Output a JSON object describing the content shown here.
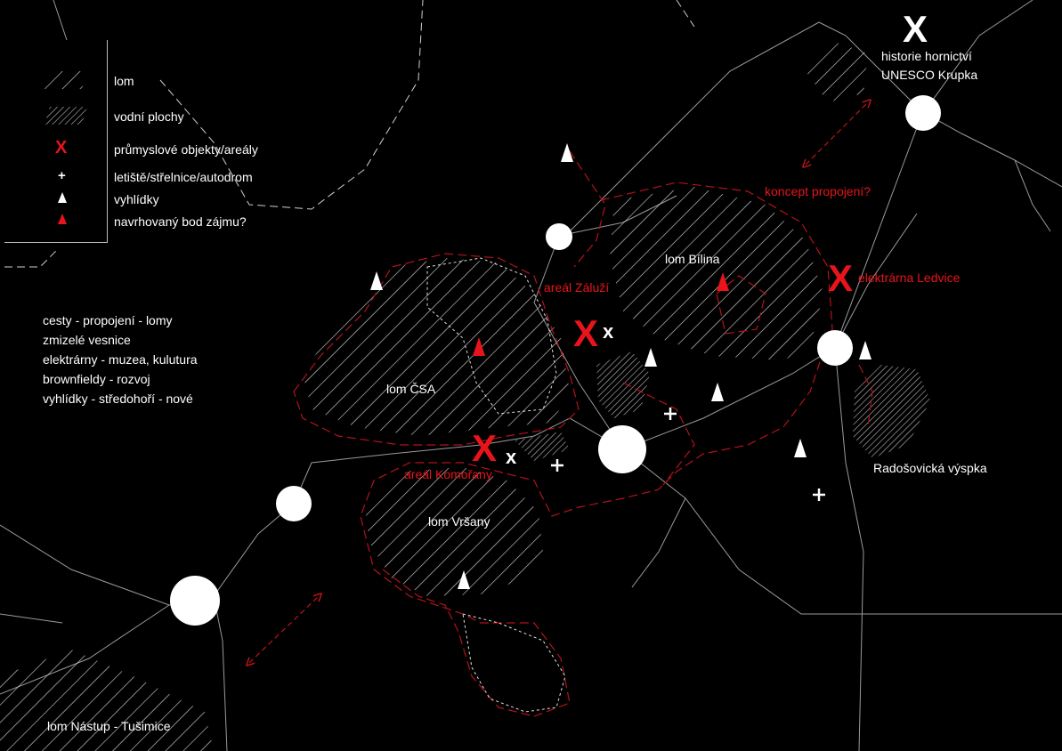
{
  "legend": {
    "items": [
      {
        "label": "lom",
        "icon": "hatch-sparse-icon"
      },
      {
        "label": "vodní plochy",
        "icon": "hatch-dense-icon"
      },
      {
        "label": "průmyslové objekty/areály",
        "icon": "red-x-icon",
        "symbol": "X"
      },
      {
        "label": "letiště/střelnice/autodrom",
        "icon": "plus-icon",
        "symbol": "+"
      },
      {
        "label": "vyhlídky",
        "icon": "white-triangle-icon"
      },
      {
        "label": "navrhovaný bod zájmu?",
        "icon": "red-triangle-icon"
      }
    ]
  },
  "notes": [
    "cesty - propojení - lomy",
    "zmizelé vesnice",
    "elektrárny - muzea, kulutura",
    "brownfieldy - rozvoj",
    "vyhlídky - středohoří  - nové"
  ],
  "labels": {
    "lom_bilina": "lom Bílina",
    "lom_csa": "lom ČSA",
    "lom_vrsany": "lom Vršany",
    "lom_nastup": "lom Nástup - Tušimice",
    "radosovicka": "Radošovická výspka",
    "historie_1": "historie hornictví",
    "historie_2": "UNESCO Krupka",
    "areal_zaluzi": "areál Záluží",
    "areal_komorany": "areál Komořany",
    "koncept": "koncept propojení?",
    "elektrarna_ledvice": "elektrárna Ledvice"
  },
  "markers": {
    "x_big": "X",
    "x_small": "x"
  },
  "colors": {
    "background": "#000000",
    "accent_red": "#e8141b",
    "white": "#ffffff",
    "road": "#9a9a9a"
  }
}
